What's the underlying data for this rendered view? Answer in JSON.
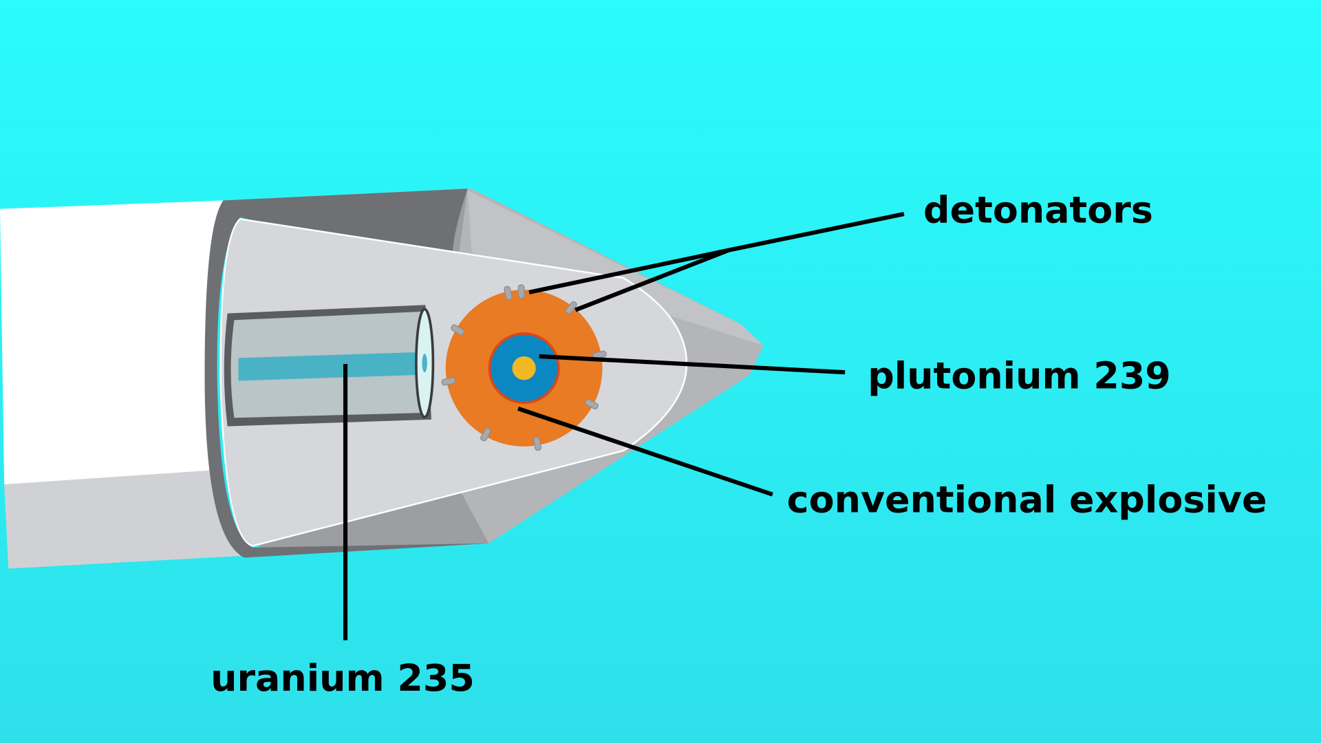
{
  "labels": {
    "detonators": "detonators",
    "plutonium": "plutonium 239",
    "explosive": "conventional explosive",
    "uranium": "uranium 235"
  },
  "colors": {
    "background_top": "#2afbfc",
    "background_bottom": "#2ee0ea",
    "explosive": "#e87b23",
    "plutonium": "#0b87c2",
    "core": "#f0b923",
    "uranium_rod": "#4ab2c5"
  }
}
